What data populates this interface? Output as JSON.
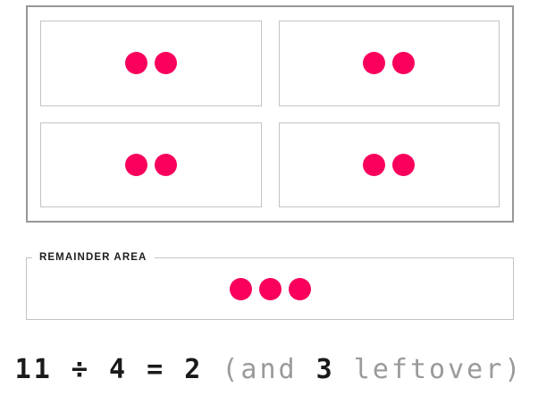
{
  "colors": {
    "dot": "#f8005c",
    "outer_border": "#979797",
    "box_border": "#c4c4c4",
    "legend_text": "#1d1d1d",
    "equation_strong": "#1a1a1a",
    "equation_muted": "#9a9a9a"
  },
  "groups_area": {
    "group_count": 4,
    "dots_per_group": 2,
    "groups": [
      {
        "dots": 2
      },
      {
        "dots": 2
      },
      {
        "dots": 2
      },
      {
        "dots": 2
      }
    ]
  },
  "remainder_area": {
    "legend": "REMAINDER AREA",
    "dots": 3
  },
  "equation": {
    "dividend": "11",
    "divide_sign": "÷",
    "divisor": "4",
    "equals_sign": "=",
    "quotient": "2",
    "open_paren": "(and",
    "remainder": "3",
    "leftover_label": "leftover)",
    "full_text": "11 ÷ 4 = 2 (and 3 leftover)"
  },
  "spacer": " "
}
